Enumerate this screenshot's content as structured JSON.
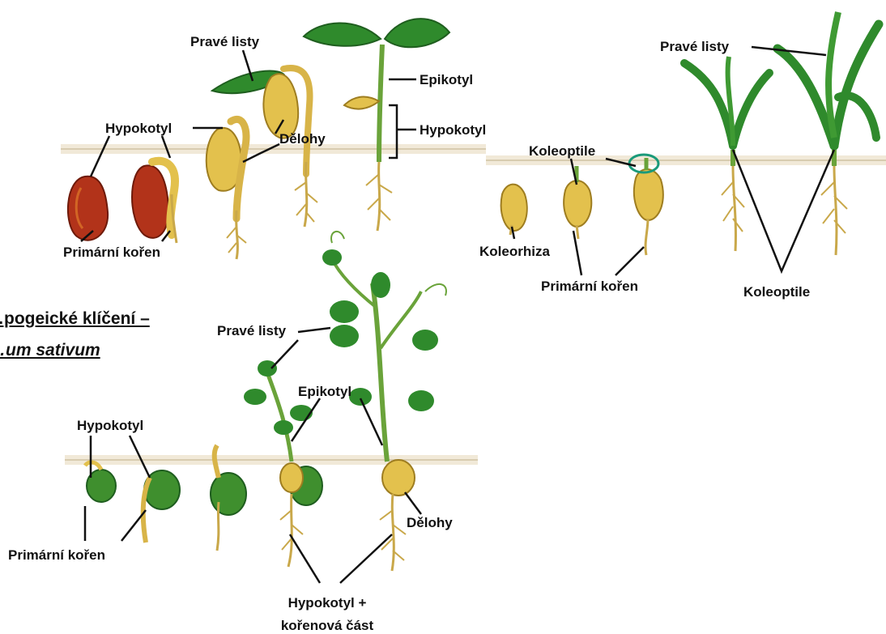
{
  "title": {
    "line1": "…pogeické klíčení –",
    "line2": "…um sativum"
  },
  "bean": {
    "prave_listy": "Pravé listy",
    "epikotyl": "Epikotyl",
    "hypokotyl_left": "Hypokotyl",
    "hypokotyl_right": "Hypokotyl",
    "delohy": "Dělohy",
    "primarni_koren": "Primární kořen"
  },
  "corn": {
    "prave_listy": "Pravé listy",
    "koleoptile_top": "Koleoptile",
    "koleorhiza": "Koleorhiza",
    "primarni_koren": "Primární kořen",
    "koleoptile_bottom": "Koleoptile"
  },
  "pea": {
    "prave_listy": "Pravé listy",
    "epikotyl": "Epikotyl",
    "hypokotyl": "Hypokotyl",
    "primarni_koren": "Primární kořen",
    "delohy": "Dělohy",
    "hypokotyl_koren_line1": "Hypokotyl +",
    "hypokotyl_koren_line2": "kořenová část"
  },
  "colors": {
    "leaf": "#2f8a2c",
    "leaf_dark": "#1f5e1f",
    "stem": "#6aa33a",
    "root": "#c9a84a",
    "seed_red": "#b2331a",
    "cotyledon": "#e3c14d",
    "pea_seed": "#3f8f2e",
    "ground": "#e6dcc6",
    "highlight_circle": "#1a9a7a"
  }
}
